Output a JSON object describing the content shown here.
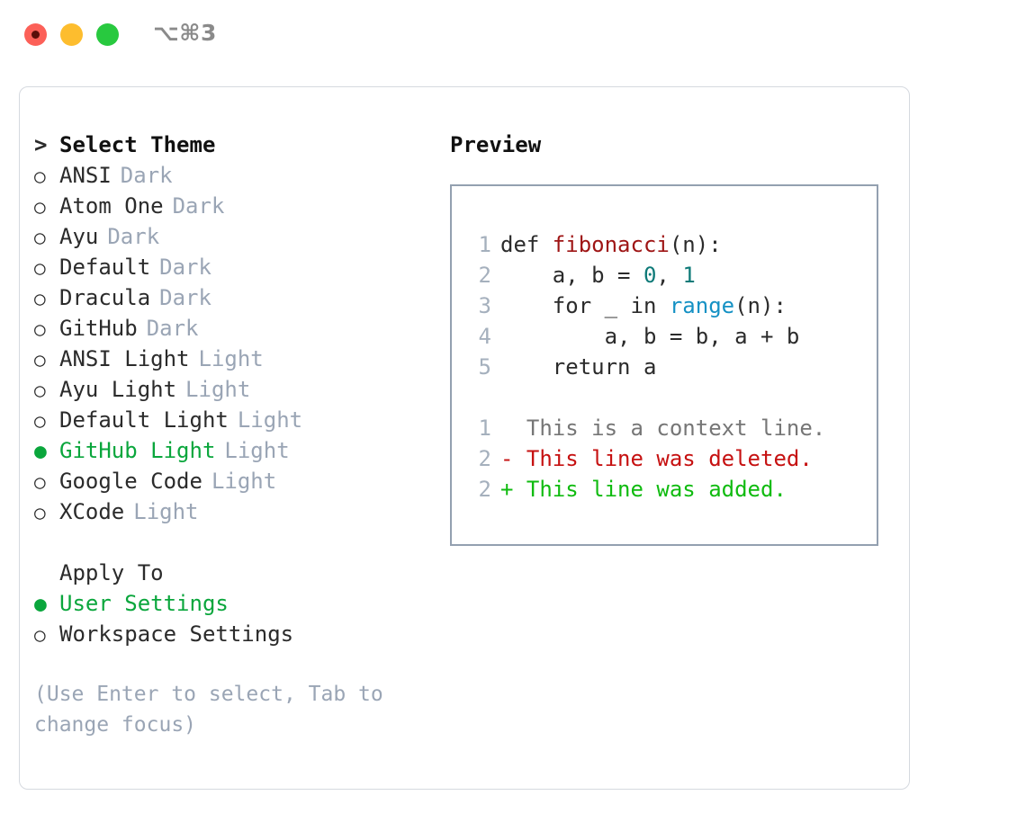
{
  "window": {
    "shortcut": "⌥⌘3",
    "lights": [
      "close-red",
      "minimize-yellow",
      "zoom-green"
    ]
  },
  "theme_list": {
    "header_marker": ">",
    "header_label": "Select Theme",
    "items": [
      {
        "marker": "○",
        "label": "ANSI",
        "tag": "Dark",
        "selected": false
      },
      {
        "marker": "○",
        "label": "Atom One",
        "tag": "Dark",
        "selected": false
      },
      {
        "marker": "○",
        "label": "Ayu",
        "tag": "Dark",
        "selected": false
      },
      {
        "marker": "○",
        "label": "Default",
        "tag": "Dark",
        "selected": false
      },
      {
        "marker": "○",
        "label": "Dracula",
        "tag": "Dark",
        "selected": false
      },
      {
        "marker": "○",
        "label": "GitHub",
        "tag": "Dark",
        "selected": false
      },
      {
        "marker": "○",
        "label": "ANSI Light",
        "tag": "Light",
        "selected": false
      },
      {
        "marker": "○",
        "label": "Ayu Light",
        "tag": "Light",
        "selected": false
      },
      {
        "marker": "○",
        "label": "Default Light",
        "tag": "Light",
        "selected": false
      },
      {
        "marker": "●",
        "label": "GitHub Light",
        "tag": "Light",
        "selected": true
      },
      {
        "marker": "○",
        "label": "Google Code",
        "tag": "Light",
        "selected": false
      },
      {
        "marker": "○",
        "label": "XCode",
        "tag": "Light",
        "selected": false
      }
    ]
  },
  "apply_to": {
    "section_label": "Apply To",
    "items": [
      {
        "marker": "●",
        "label": "User Settings",
        "selected": true
      },
      {
        "marker": "○",
        "label": "Workspace Settings",
        "selected": false
      }
    ]
  },
  "hint": "(Use Enter to select, Tab to change focus)",
  "preview": {
    "title": "Preview",
    "code_lines": [
      {
        "num": "1",
        "tokens": [
          {
            "t": "def ",
            "c": "plain"
          },
          {
            "t": "fibonacci",
            "c": "fn"
          },
          {
            "t": "(n):",
            "c": "plain"
          }
        ]
      },
      {
        "num": "2",
        "tokens": [
          {
            "t": "    a, b = ",
            "c": "plain"
          },
          {
            "t": "0",
            "c": "num"
          },
          {
            "t": ", ",
            "c": "plain"
          },
          {
            "t": "1",
            "c": "num"
          }
        ]
      },
      {
        "num": "3",
        "tokens": [
          {
            "t": "    for _ in ",
            "c": "plain"
          },
          {
            "t": "range",
            "c": "call"
          },
          {
            "t": "(n):",
            "c": "plain"
          }
        ]
      },
      {
        "num": "4",
        "tokens": [
          {
            "t": "        a, b = b, a + b",
            "c": "plain"
          }
        ]
      },
      {
        "num": "5",
        "tokens": [
          {
            "t": "    return a",
            "c": "plain"
          }
        ]
      }
    ],
    "diff_lines": [
      {
        "num": "1",
        "sign": " ",
        "text": " This is a context line.",
        "kind": "ctx"
      },
      {
        "num": "2",
        "sign": "-",
        "text": " This line was deleted.",
        "kind": "del"
      },
      {
        "num": "2",
        "sign": "+",
        "text": " This line was added.",
        "kind": "add"
      }
    ]
  },
  "colors": {
    "selected_green": "#0aa63c",
    "tag_gray": "#9aa5b5",
    "diff_delete": "#c61111",
    "diff_add": "#10bb10",
    "function_red": "#9e1414",
    "number_teal": "#0e7a78",
    "call_blue": "#1591c4"
  }
}
